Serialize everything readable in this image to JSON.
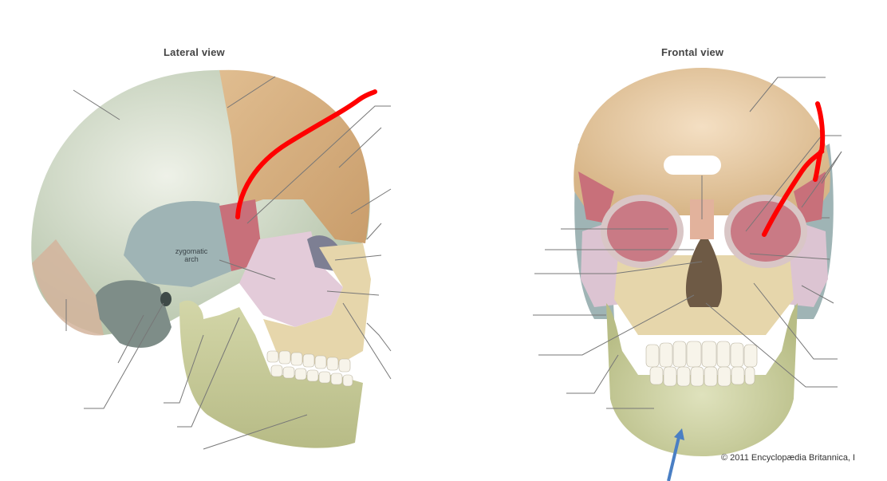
{
  "figure": {
    "lateral": {
      "title": "Lateral view",
      "inner_label_line1": "zygomatic",
      "inner_label_line2": "arch",
      "label_count": 17,
      "annotation": {
        "type": "red-freehand-line",
        "color": "#ff0000"
      }
    },
    "frontal": {
      "title": "Frontal view",
      "label_count": 15,
      "annotations": [
        {
          "type": "red-freehand-line",
          "color": "#ff0000"
        },
        {
          "type": "blue-arrow",
          "color": "#4a7fc4"
        }
      ]
    },
    "credit": "© 2011 Encyclopædia Britannica, I"
  },
  "colors": {
    "parietal": "#cdd8c2",
    "frontal": "#dcb888",
    "temporal": "#9fb4b5",
    "sphenoid": "#c8707a",
    "zygomatic": "#e3cbd9",
    "maxilla": "#e6d6ab",
    "mandible": "#c6c996",
    "occipital": "#d3b49c",
    "annotation_red": "#ff0000",
    "annotation_blue": "#4a7fc4"
  }
}
